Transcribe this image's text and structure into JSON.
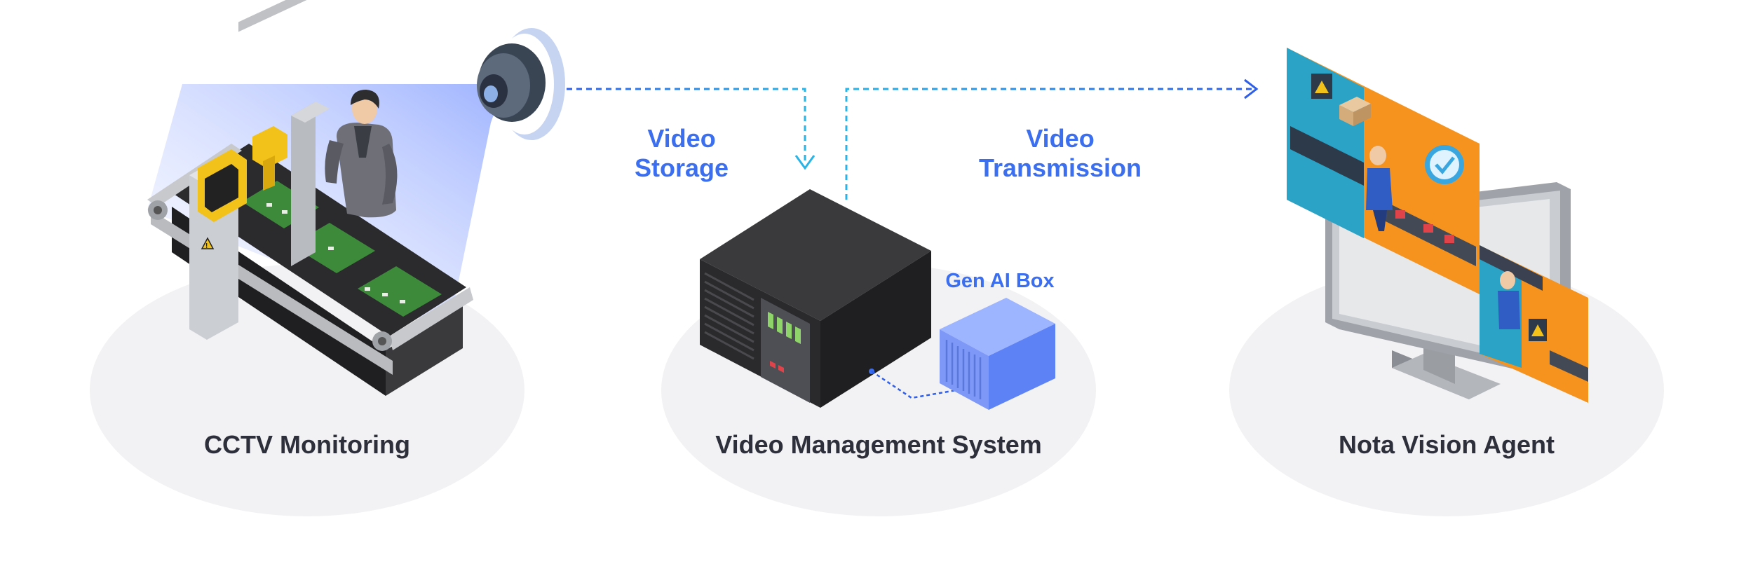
{
  "sections": [
    {
      "id": "cctv",
      "label": "CCTV Monitoring"
    },
    {
      "id": "vms",
      "label": "Video Management System"
    },
    {
      "id": "agent",
      "label": "Nota Vision Agent"
    }
  ],
  "flows": {
    "storage": {
      "line1": "Video",
      "line2": "Storage"
    },
    "transmission": {
      "line1": "Video",
      "line2": "Transmission"
    }
  },
  "genai_box": {
    "label": "Gen AI Box"
  },
  "colors": {
    "accent_blue": "#3b6ff0",
    "arrow_cyan": "#28b4e6",
    "arrow_blue": "#2f5ee8",
    "platform": "#f2f2f4",
    "server": "#2f2f31",
    "monitor_orange": "#f5931e",
    "monitor_teal": "#2aa3c7",
    "label_text": "#2d2f3a"
  },
  "icons": [
    "camera-icon",
    "conveyor-icon",
    "worker-icon",
    "server-icon",
    "ai-box-icon",
    "monitor-icon",
    "checkmark-icon",
    "warning-icon"
  ]
}
